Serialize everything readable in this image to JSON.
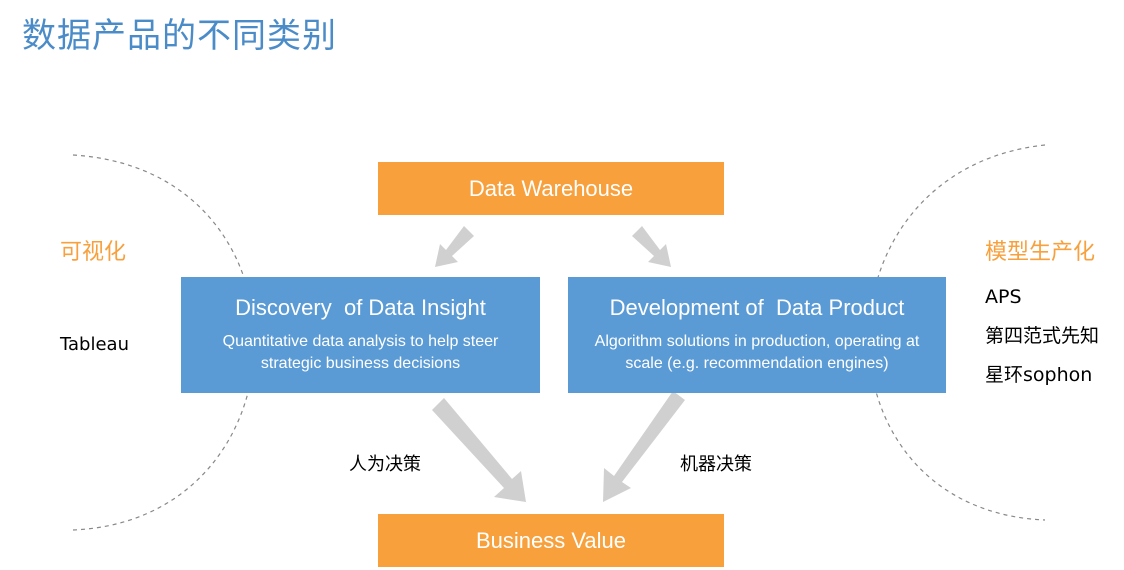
{
  "title": "数据产品的不同类别",
  "top_box": {
    "label": "Data Warehouse"
  },
  "bottom_box": {
    "label": "Business Value"
  },
  "left_box": {
    "title": "Discovery  of Data Insight",
    "description": "Quantitative data analysis to help steer strategic business decisions"
  },
  "right_box": {
    "title": "Development of  Data Product",
    "description": "Algorithm solutions in production, operating at scale (e.g. recommendation engines)"
  },
  "left_side": {
    "label": "可视化",
    "items": [
      "Tableau"
    ]
  },
  "right_side": {
    "label": "模型生产化",
    "items": [
      "APS",
      "第四范式先知",
      "星环sophon"
    ]
  },
  "edge_labels": {
    "human_decision": "人为决策",
    "machine_decision": "机器决策"
  },
  "colors": {
    "orange": "#f7a03c",
    "blue": "#5b9bd5",
    "title_blue": "#4b8cc8",
    "arrow_gray": "#d0d0d0"
  }
}
